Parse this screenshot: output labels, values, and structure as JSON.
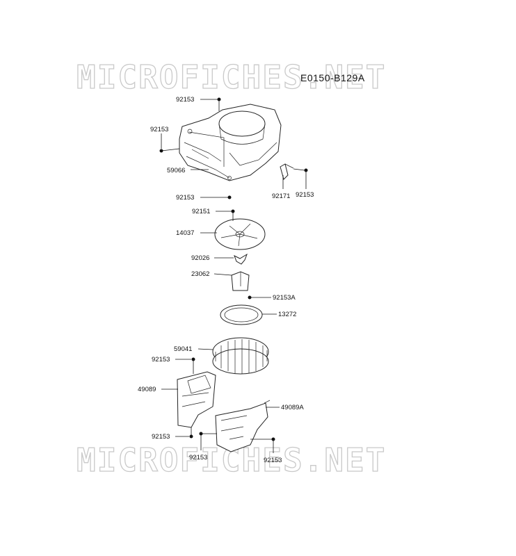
{
  "diagram_code": "E0150-B129A",
  "watermark": {
    "top": "MICROFICHES.NET",
    "bottom": "MICROFICHES.NET"
  },
  "part_labels": {
    "p92153_top": "92153",
    "p92153_left": "92153",
    "p59066": "59066",
    "p92153_bottom_housing": "92153",
    "p92171": "92171",
    "p92153_right": "92153",
    "p92151": "92151",
    "p14037": "14037",
    "p92026": "92026",
    "p23062": "23062",
    "p92153A": "92153A",
    "p13272": "13272",
    "p59041": "59041",
    "p92153_mid": "92153",
    "p49089": "49089",
    "p49089A": "49089A",
    "p92153_low_left": "92153",
    "p92153_low_mid": "92153",
    "p92153_low_right": "92153"
  }
}
